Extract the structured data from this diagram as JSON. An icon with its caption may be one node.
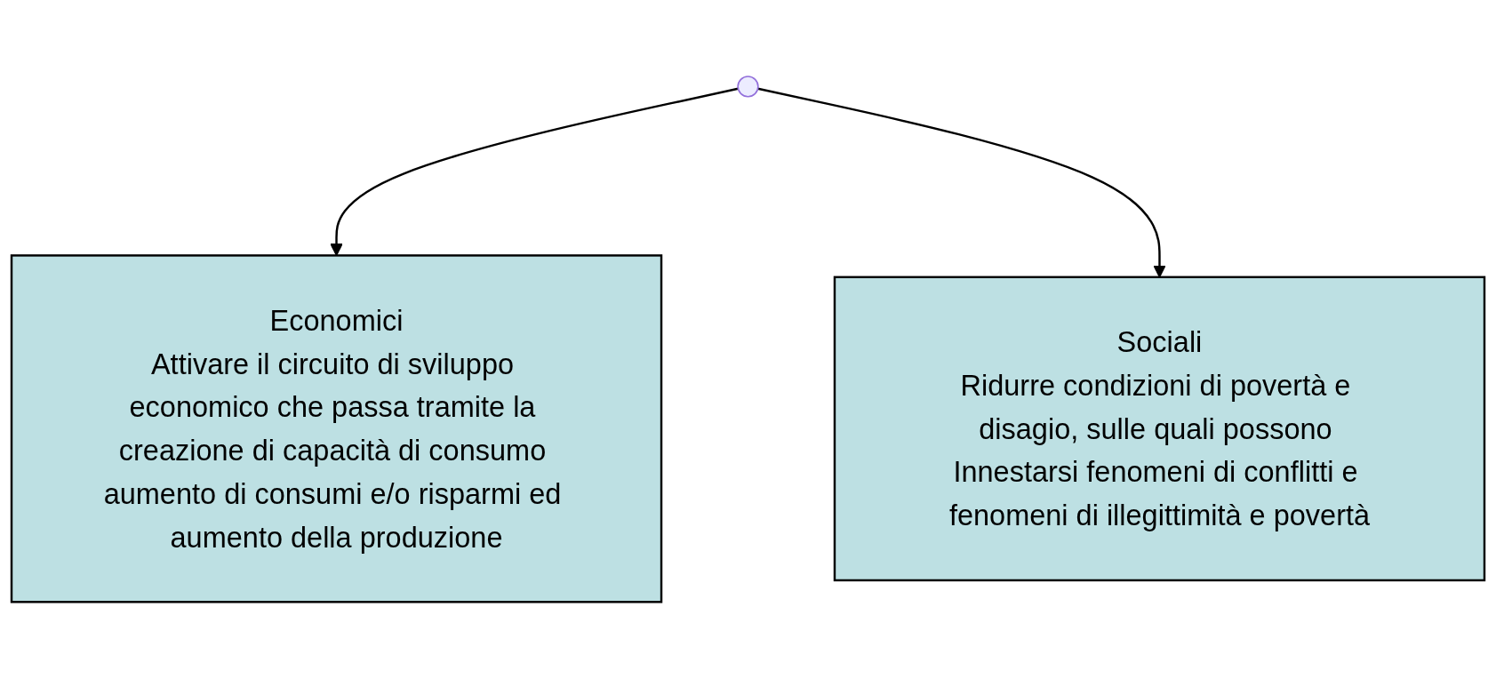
{
  "diagram": {
    "nodes": [
      {
        "text": [
          "Economici",
          "Attivare il circuito di sviluppo economico che passa tramite la creazione di capacità di consumo aumento di consumi e/o risparmi ed aumento della produzione"
        ]
      },
      {
        "text": [
          "Sociali",
          "Ridurre condizioni di povertà e disagio, sulle quali possono Innestarsi fenomeni di conflitti e fenomeni di illegittimità e povertà"
        ]
      }
    ],
    "edges": [
      {
        "from": null,
        "to": 0,
        "arrow": "to"
      },
      {
        "from": null,
        "to": 1,
        "arrow": "to"
      }
    ]
  }
}
